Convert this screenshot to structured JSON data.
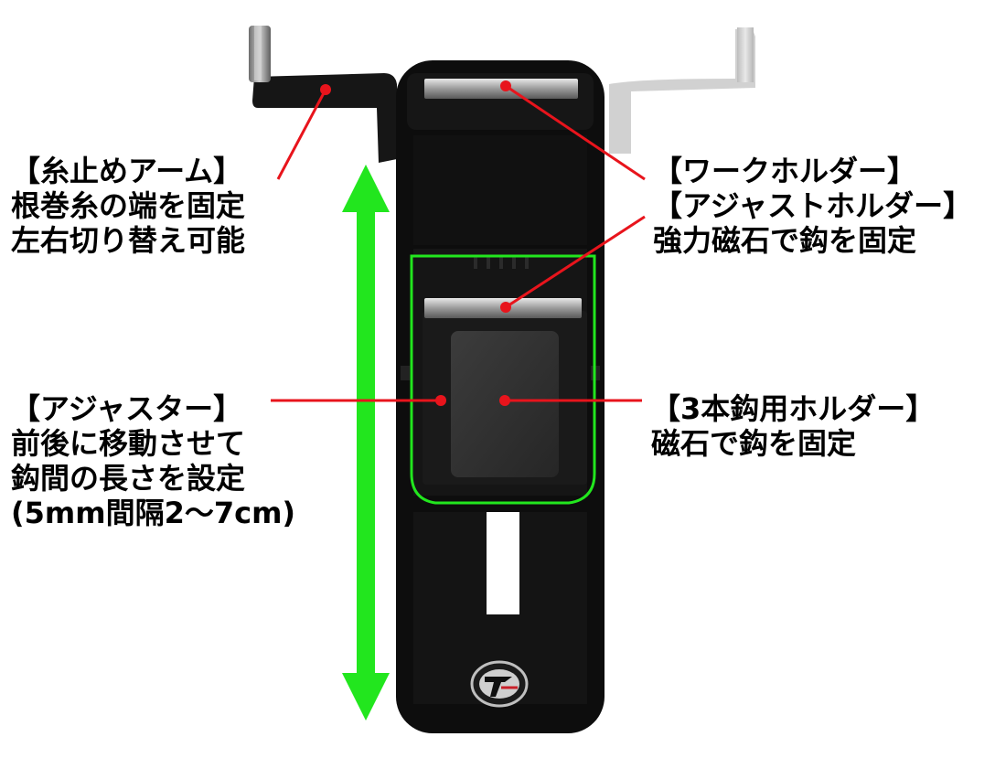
{
  "callouts": {
    "arm": {
      "title": "【糸止めアーム】",
      "lines": [
        "根巻糸の端を固定",
        "左右切り替え可能"
      ]
    },
    "holder": {
      "title": "【ワークホルダー】",
      "title2": "【アジャストホルダー】",
      "lines": [
        "強力磁石で鈎を固定"
      ]
    },
    "adjuster": {
      "title": "【アジャスター】",
      "lines": [
        "前後に移動させて",
        "鈎間の長さを設定",
        "(5mm間隔2～7cm)"
      ]
    },
    "triple": {
      "title": "【3本鈎用ホルダー】",
      "lines": [
        "磁石で鈎を固定"
      ]
    }
  },
  "colors": {
    "callout_line": "#e8141c",
    "range_arrow": "#22e61e",
    "adjuster_outline": "#22e61e",
    "body": "#0d0d0d"
  },
  "icons": {
    "logo": "brand-emblem-icon"
  }
}
